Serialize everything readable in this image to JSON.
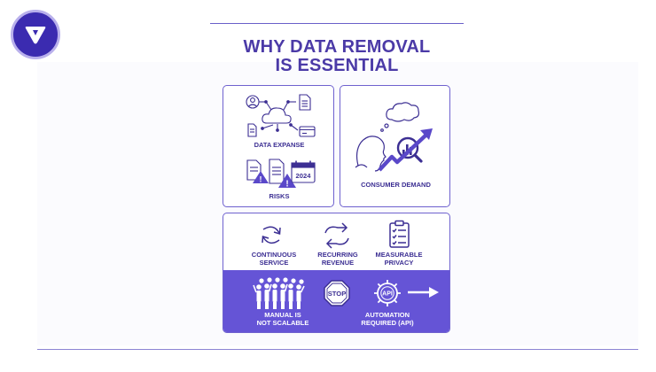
{
  "title_line1": "WHY DATA REMOVAL",
  "title_line2": "IS ESSENTIAL",
  "card_a": {
    "data_expanse_label": "DATA EXPANSE",
    "risks_label": "RISKS",
    "calendar_year": "2024"
  },
  "card_b": {
    "consumer_demand_label": "CONSUMER DEMAND"
  },
  "card_c": {
    "continuous_l1": "CONTINUOUS",
    "continuous_l2": "SERVICE",
    "recurring_l1": "RECURRING",
    "recurring_l2": "REVENUE",
    "measurable_l1": "MEASURABLE",
    "measurable_l2": "PRIVACY",
    "manual_l1": "MANUAL IS",
    "manual_l2": "NOT SCALABLE",
    "stop_text": "STOP",
    "api_text": "API",
    "automation_l1": "AUTOMATION",
    "automation_l2": "REQUIRED (API)"
  },
  "colors": {
    "brand": "#3b2bb0",
    "accent": "#6554d6",
    "text": "#4b3aa7"
  },
  "icons": [
    "logo-icon",
    "person-icon",
    "cloud-icon",
    "document-icon",
    "credit-card-icon",
    "warning-document-icon",
    "calendar-icon",
    "thought-bubble-icon",
    "magnifier-chart-icon",
    "trend-arrow-icon",
    "refresh-icon",
    "repeat-icon",
    "clipboard-checklist-icon",
    "crowd-icon",
    "stop-sign-icon",
    "api-gear-icon",
    "arrow-right-icon"
  ]
}
